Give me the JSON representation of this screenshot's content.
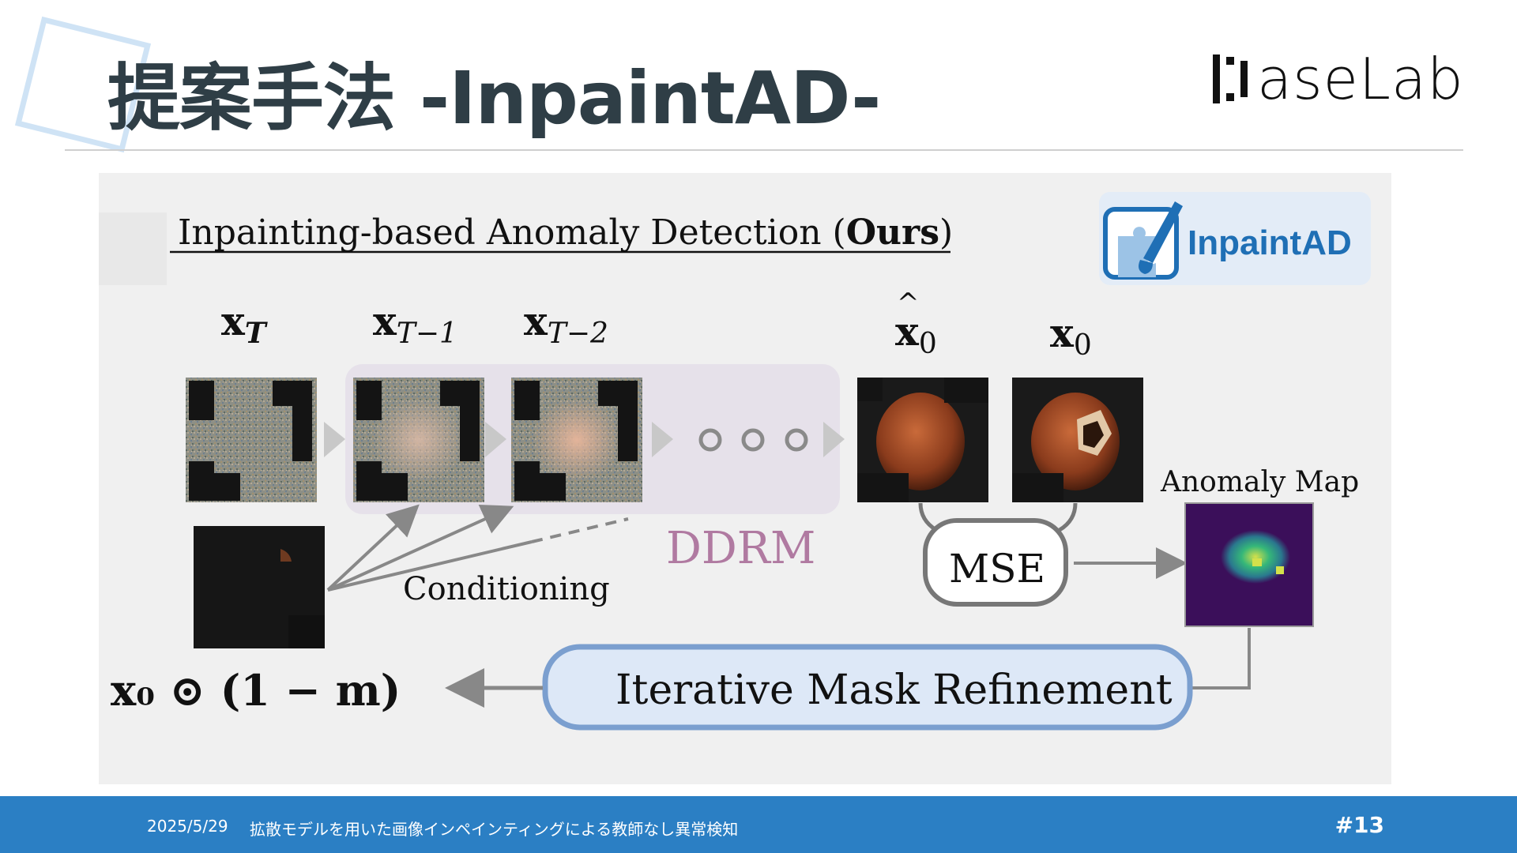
{
  "slide": {
    "title": "提案手法 -InpaintAD-",
    "logo_text": "aseLab"
  },
  "figure": {
    "heading": "Inpainting-based Anomaly Detection (",
    "heading_bold": "Ours",
    "heading_close": ")",
    "badge_text": "InpaintAD",
    "labels": {
      "x_T": "x",
      "x_T_sub": "T",
      "x_T1": "x",
      "x_T1_sub": "T−1",
      "x_T2": "x",
      "x_T2_sub": "T−2",
      "x0_hat": "x",
      "x0_hat_sub": "0",
      "x0": "x",
      "x0_sub": "0"
    },
    "ddrm": "DDRM",
    "conditioning": "Conditioning",
    "mse": "MSE",
    "anomaly_map": "Anomaly Map",
    "iterative": "Iterative Mask Refinement",
    "masked_input": "x₀ ⊙ (1 − m)",
    "colors": {
      "ddrm_text": "#b07aa1",
      "ddrm_box": "#e6e1ea",
      "refine_fill": "#dde8f7",
      "refine_stroke": "#7b9fcf",
      "badge_blue": "#1f6fb5",
      "map_bg": "#3b0f5a"
    }
  },
  "footer": {
    "date": "2025/5/29",
    "subject": "拡散モデルを用いた画像インペインティングによる教師なし異常検知",
    "page": "#13"
  },
  "colors": {
    "footer_bg": "#2b7fc4",
    "title_text": "#2f3e46"
  }
}
